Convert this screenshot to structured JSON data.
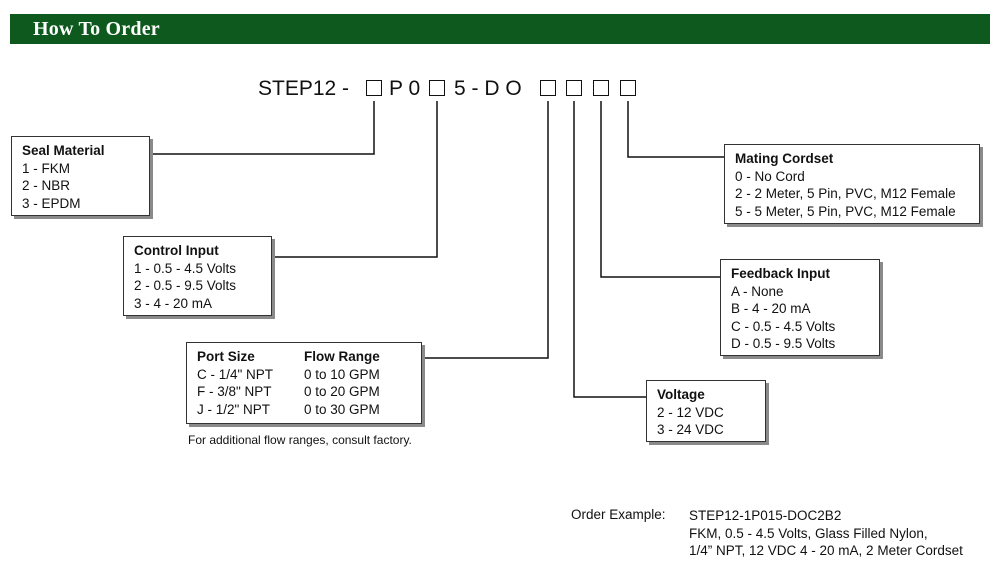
{
  "header": {
    "title": "How To Order",
    "bar_color": "#0e5a1e"
  },
  "model_code": {
    "prefix": "STEP12 -",
    "mid1": "P 0",
    "mid2": "5 - D O",
    "slot_count": 6
  },
  "seal_material": {
    "title": "Seal Material",
    "options": [
      "1 - FKM",
      "2 - NBR",
      "3 - EPDM"
    ]
  },
  "control_input": {
    "title": "Control Input",
    "options": [
      "1 - 0.5 - 4.5 Volts",
      "2 - 0.5 - 9.5 Volts",
      "3 - 4 - 20 mA"
    ]
  },
  "port_size": {
    "title": "Port Size",
    "flow_title": "Flow Range",
    "rows": [
      {
        "port": "C - 1/4\" NPT",
        "flow": "0 to 10 GPM"
      },
      {
        "port": "F - 3/8\" NPT",
        "flow": "0 to 20 GPM"
      },
      {
        "port": "J - 1/2\" NPT",
        "flow": "0 to 30 GPM"
      }
    ],
    "note": "For additional flow ranges, consult factory."
  },
  "mating_cordset": {
    "title": "Mating Cordset",
    "options": [
      "0 - No Cord",
      "2 - 2 Meter, 5 Pin, PVC, M12 Female",
      "5 - 5 Meter, 5 Pin, PVC, M12 Female"
    ]
  },
  "feedback_input": {
    "title": "Feedback Input",
    "options": [
      "A - None",
      "B - 4 - 20 mA",
      "C - 0.5 - 4.5 Volts",
      "D - 0.5 - 9.5 Volts"
    ]
  },
  "voltage": {
    "title": "Voltage",
    "options": [
      "2 - 12 VDC",
      "3 - 24 VDC"
    ]
  },
  "order_example": {
    "label": "Order Example:",
    "lines": [
      "STEP12-1P015-DOC2B2",
      "FKM, 0.5 - 4.5 Volts, Glass Filled Nylon,",
      "1/4” NPT, 12 VDC 4 - 20 mA, 2 Meter Cordset"
    ]
  }
}
